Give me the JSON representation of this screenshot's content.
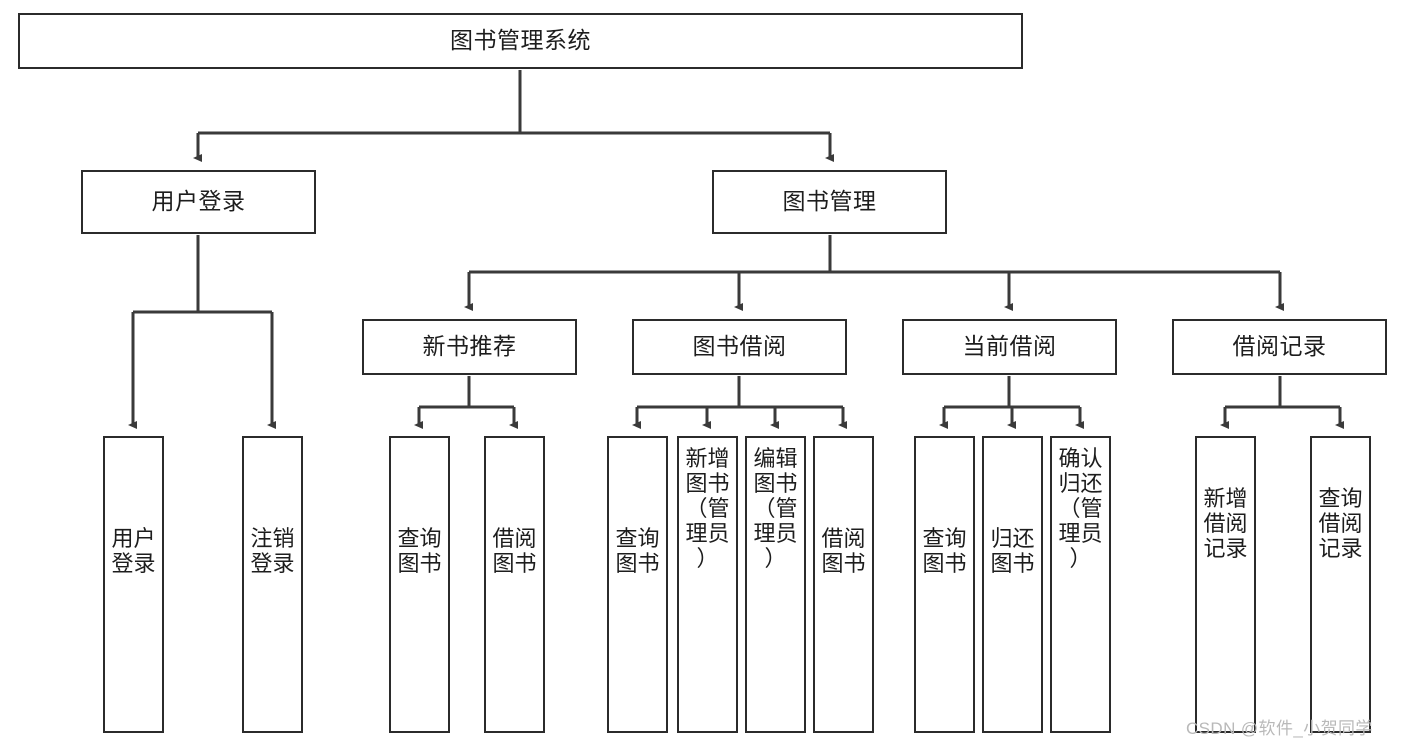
{
  "diagram": {
    "title": "图书管理系统",
    "type": "tree-hierarchy-diagram",
    "watermark": "CSDN @软件_小贺同学",
    "colors": {
      "box_border": "#2b2b2b",
      "box_fill": "#ffffff",
      "connector": "#3a3a3a",
      "text": "#1d1d1d",
      "watermark": "#b9b9b9",
      "background": "#ffffff"
    },
    "nodes": {
      "root": {
        "label": "图书管理系统"
      },
      "level2": [
        {
          "id": "user-login",
          "label": "用户登录"
        },
        {
          "id": "book-manage",
          "label": "图书管理"
        }
      ],
      "level3": [
        {
          "id": "new-book-recommend",
          "label": "新书推荐"
        },
        {
          "id": "book-borrow",
          "label": "图书借阅"
        },
        {
          "id": "current-borrow",
          "label": "当前借阅"
        },
        {
          "id": "borrow-record",
          "label": "借阅记录"
        }
      ],
      "leaves": {
        "user-login": [
          {
            "id": "leaf-user-login",
            "label": "用户登录",
            "vertical": "用户\n登录"
          },
          {
            "id": "leaf-user-logout",
            "label": "注销登录",
            "vertical": "注销\n登录"
          }
        ],
        "new-book-recommend": [
          {
            "id": "leaf-query-book-1",
            "label": "查询图书",
            "vertical": "查询\n图书"
          },
          {
            "id": "leaf-borrow-book-1",
            "label": "借阅图书",
            "vertical": "借阅\n图书"
          }
        ],
        "book-borrow": [
          {
            "id": "leaf-query-book-2",
            "label": "查询图书",
            "vertical": "查询\n图书"
          },
          {
            "id": "leaf-add-book",
            "label": "新增图书（管理员）",
            "vertical": "新增\n图书\n（管\n理员\n）"
          },
          {
            "id": "leaf-edit-book",
            "label": "编辑图书（管理员）",
            "vertical": "编辑\n图书\n（管\n理员\n）"
          },
          {
            "id": "leaf-borrow-book-2",
            "label": "借阅图书",
            "vertical": "借阅\n图书"
          }
        ],
        "current-borrow": [
          {
            "id": "leaf-query-book-3",
            "label": "查询图书",
            "vertical": "查询\n图书"
          },
          {
            "id": "leaf-return-book",
            "label": "归还图书",
            "vertical": "归还\n图书"
          },
          {
            "id": "leaf-confirm-return",
            "label": "确认归还（管理员）",
            "vertical": "确认\n归还\n（管\n理员\n）"
          }
        ],
        "borrow-record": [
          {
            "id": "leaf-add-record",
            "label": "新增借阅记录",
            "vertical": "新增\n借阅\n记录"
          },
          {
            "id": "leaf-query-record",
            "label": "查询借阅记录",
            "vertical": "查询\n借阅\n记录"
          }
        ]
      }
    },
    "edges": [
      {
        "from": "图书管理系统",
        "to": "用户登录"
      },
      {
        "from": "图书管理系统",
        "to": "图书管理"
      },
      {
        "from": "用户登录",
        "to": "用户登录(叶)"
      },
      {
        "from": "用户登录",
        "to": "注销登录"
      },
      {
        "from": "图书管理",
        "to": "新书推荐"
      },
      {
        "from": "图书管理",
        "to": "图书借阅"
      },
      {
        "from": "图书管理",
        "to": "当前借阅"
      },
      {
        "from": "图书管理",
        "to": "借阅记录"
      },
      {
        "from": "新书推荐",
        "to": "查询图书"
      },
      {
        "from": "新书推荐",
        "to": "借阅图书"
      },
      {
        "from": "图书借阅",
        "to": "查询图书"
      },
      {
        "from": "图书借阅",
        "to": "新增图书（管理员）"
      },
      {
        "from": "图书借阅",
        "to": "编辑图书（管理员）"
      },
      {
        "from": "图书借阅",
        "to": "借阅图书"
      },
      {
        "from": "当前借阅",
        "to": "查询图书"
      },
      {
        "from": "当前借阅",
        "to": "归还图书"
      },
      {
        "from": "当前借阅",
        "to": "确认归还（管理员）"
      },
      {
        "from": "借阅记录",
        "to": "新增借阅记录"
      },
      {
        "from": "借阅记录",
        "to": "查询借阅记录"
      }
    ]
  }
}
